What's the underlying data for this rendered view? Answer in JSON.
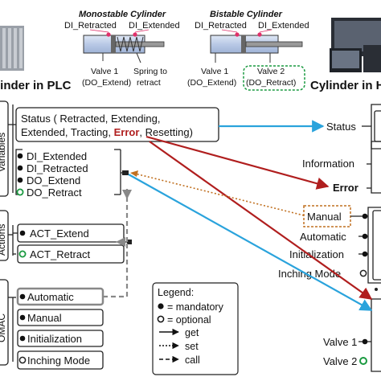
{
  "header": {
    "left_title": "linder in PLC",
    "right_title": "Cylinder in H",
    "monostable": {
      "title": "Monostable Cylinder",
      "label_retracted": "DI_Retracted",
      "label_extended": "DI_Extended",
      "valve_line1": "Valve 1",
      "valve_line2": "(DO_Extend)",
      "spring_line1": "Spring to",
      "spring_line2": "retract"
    },
    "bistable": {
      "title": "Bistable Cylinder",
      "label_retracted": "DI_Retracted",
      "label_extended": "DI_Extended",
      "valve1_line1": "Valve 1",
      "valve1_line2": "(DO_Extend)",
      "valve2_line1": "Valve 2",
      "valve2_line2": "(DO_Retract)"
    }
  },
  "plc": {
    "variables_group": "Variables",
    "status_line1": "Status ( Retracted, Extending,",
    "status_line2_a": "Extended, Tracting, ",
    "status_line2_error": "Error",
    "status_line2_b": ", Resetting)",
    "variables": [
      "DI_Extended",
      "DI_Retracted",
      "DO_Extend",
      "DO_Retract"
    ],
    "actions_group": "Actions",
    "actions": [
      "ACT_Extend",
      "ACT_Retract"
    ],
    "omac_group": "OMAC",
    "modes": [
      "Automatic",
      "Manual",
      "Initialization",
      "Inching Mode"
    ]
  },
  "hmi": {
    "status": "Status",
    "information": "Information",
    "error": "Error",
    "modes": [
      "Manual",
      "Automatic",
      "Initialization",
      "Inching Mode"
    ],
    "valves": [
      "Valve 1",
      "Valve 2"
    ]
  },
  "legend": {
    "title": "Legend:",
    "mandatory": "= mandatory",
    "optional": "= optional",
    "get": "get",
    "set": "set",
    "call": "call"
  },
  "colors": {
    "red": "#b01e1e",
    "blue": "#2aa3dc",
    "orange": "#c07020",
    "green": "#1a9a40",
    "pink": "#e0306a",
    "gray": "#888888"
  }
}
